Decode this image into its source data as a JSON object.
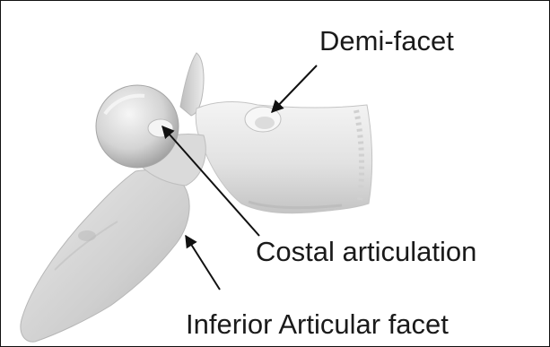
{
  "labels": {
    "demi_facet": "Demi-facet",
    "costal_articulation": "Costal articulation",
    "inferior_articular_facet": "Inferior Articular facet"
  },
  "colors": {
    "background": "#ffffff",
    "border": "#111111",
    "text": "#1a1a1a",
    "arrow": "#111111",
    "bone_light": "#eeeeee",
    "bone_mid": "#d6d6d6",
    "bone_shadow": "#a8a8a8"
  }
}
